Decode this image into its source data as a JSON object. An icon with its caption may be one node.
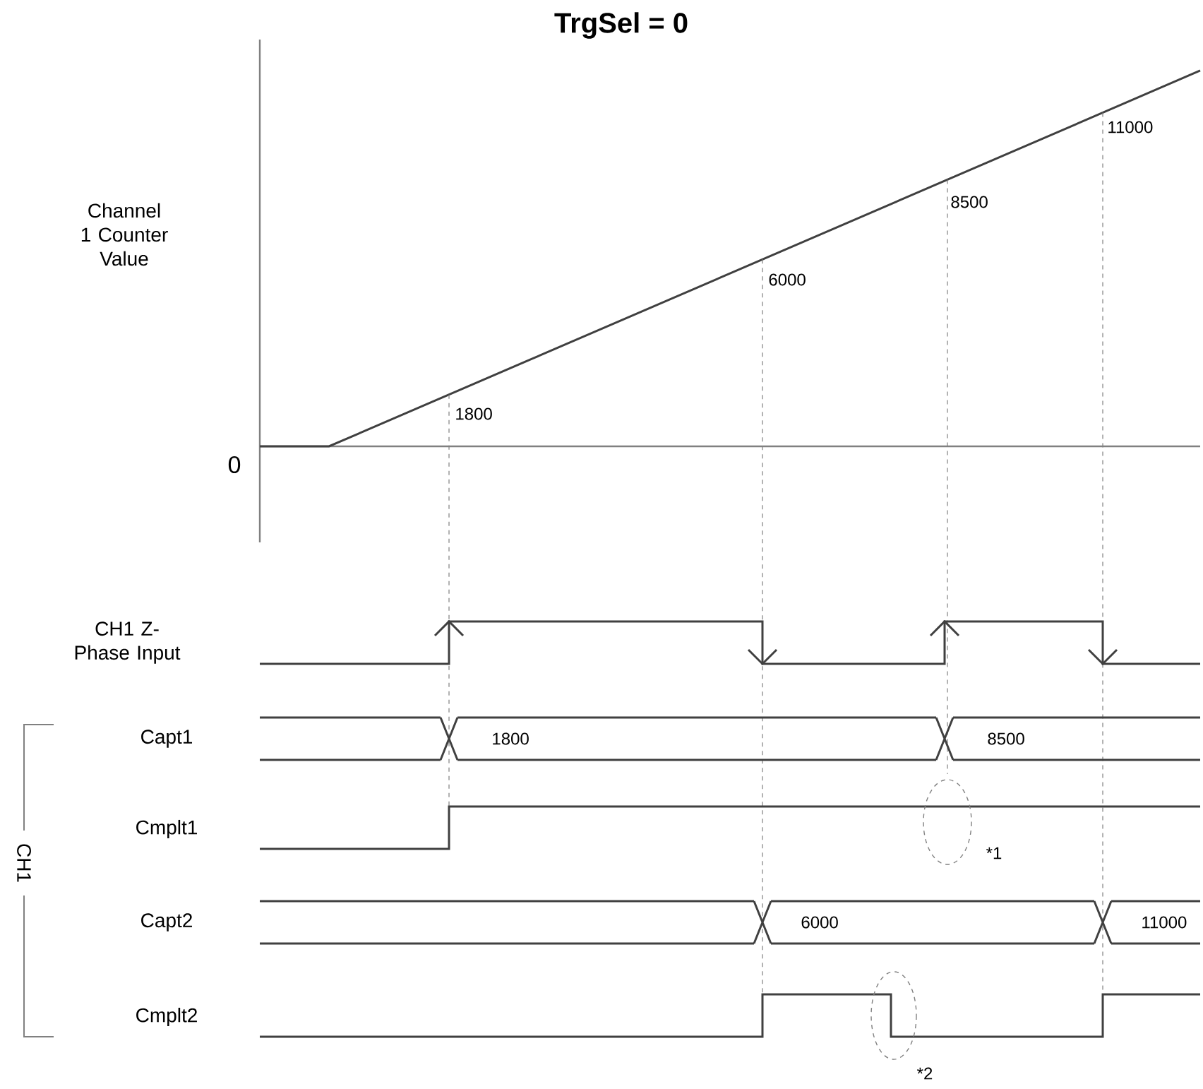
{
  "diagram": {
    "title": "TrgSel = 0",
    "labels": [
      "Channel 1 Counter Value",
      "11000",
      "8500",
      "6000",
      "1800",
      "0",
      "CH1 Z-Phase Input",
      "Capt1",
      "1800",
      "8500",
      "Cmplt1",
      "*1",
      "CH1",
      "Capt2",
      "6000",
      "11000",
      "Cmplt2",
      "*2"
    ]
  }
}
